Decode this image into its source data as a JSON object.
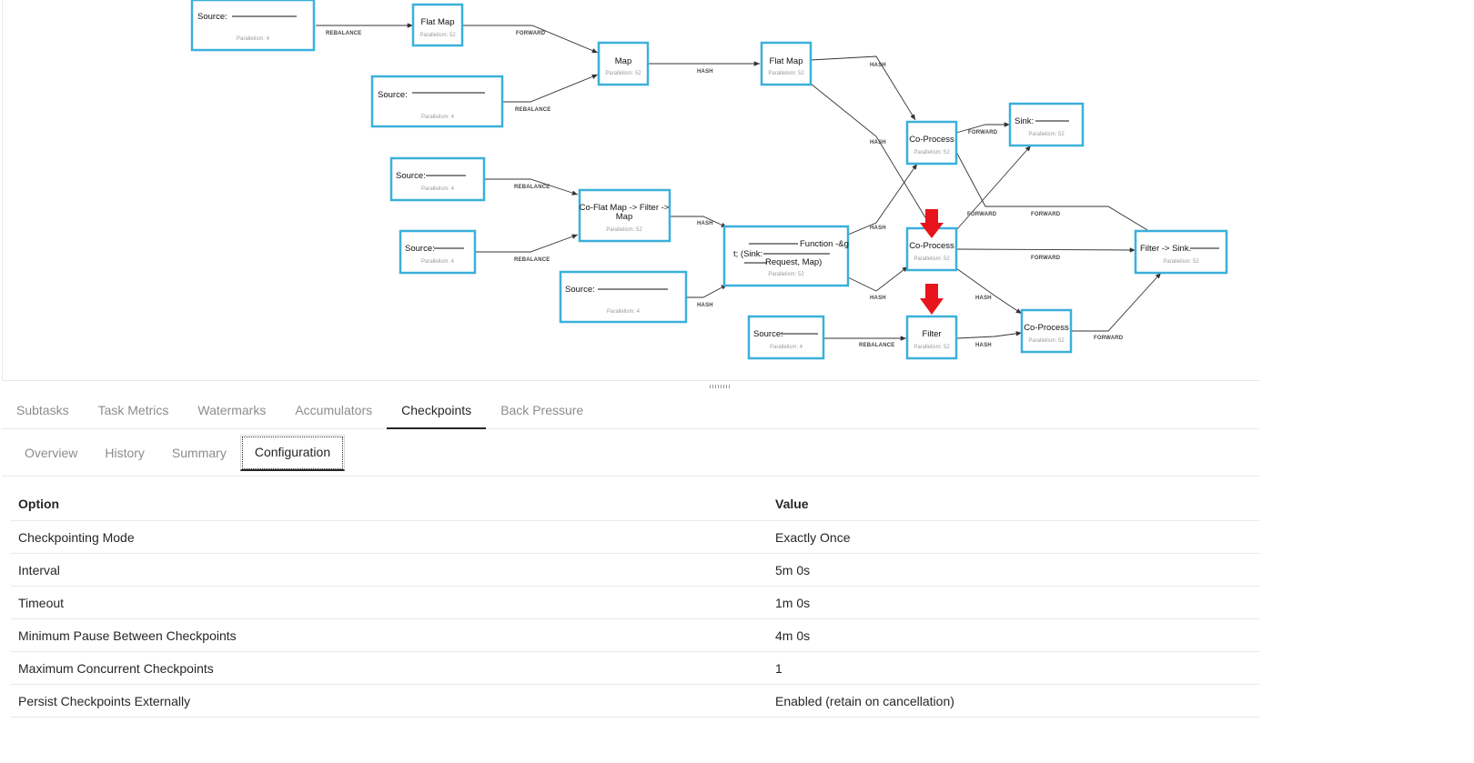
{
  "graph": {
    "edge_labels": {
      "rebalance": "REBALANCE",
      "forward": "FORWARD",
      "hash": "HASH"
    },
    "nodes": {
      "source_1": {
        "title": "Source:",
        "parallelism": "Parallelism: 4"
      },
      "flat_map_1": {
        "title": "Flat Map",
        "parallelism": "Parallelism: 52"
      },
      "source_2": {
        "title": "Source:",
        "parallelism": "Parallelism: 4"
      },
      "map": {
        "title": "Map",
        "parallelism": "Parallelism: 52"
      },
      "flat_map_2": {
        "title": "Flat Map",
        "parallelism": "Parallelism: 52"
      },
      "source_3": {
        "title": "Source:",
        "parallelism": "Parallelism: 4"
      },
      "co_flat_map": {
        "title_line1": "Co-Flat Map -> Filter ->",
        "title_line2": "Map",
        "parallelism": "Parallelism: 52"
      },
      "source_4": {
        "title": "Source:",
        "parallelism": "Parallelism: 4"
      },
      "function_node": {
        "line1": "Function -&g",
        "line2": "t; (Sink:",
        "line3": "Request, Map)",
        "parallelism": "Parallelism: 52"
      },
      "source_5": {
        "title": "Source:",
        "parallelism": "Parallelism: 4"
      },
      "source_6": {
        "title": "Source:",
        "parallelism": "Parallelism: 4"
      },
      "co_process_1": {
        "title": "Co-Process",
        "parallelism": "Parallelism: 52"
      },
      "co_process_2": {
        "title": "Co-Process",
        "parallelism": "Parallelism: 52"
      },
      "filter": {
        "title": "Filter",
        "parallelism": "Parallelism: 52"
      },
      "sink": {
        "title": "Sink:",
        "parallelism": "Parallelism: 52"
      },
      "co_process_3": {
        "title": "Co-Process",
        "parallelism": "Parallelism: 52"
      },
      "filter_sink": {
        "title": "Filter -> Sink.",
        "parallelism": "Parallelism: 52"
      }
    },
    "colors": {
      "node_border": "#3bb0da",
      "highlight_arrow": "#e8141c",
      "edge": "#333333"
    }
  },
  "tabs": [
    {
      "label": "Subtasks",
      "active": false
    },
    {
      "label": "Task Metrics",
      "active": false
    },
    {
      "label": "Watermarks",
      "active": false
    },
    {
      "label": "Accumulators",
      "active": false
    },
    {
      "label": "Checkpoints",
      "active": true
    },
    {
      "label": "Back Pressure",
      "active": false
    }
  ],
  "subtabs": [
    {
      "label": "Overview",
      "active": false
    },
    {
      "label": "History",
      "active": false
    },
    {
      "label": "Summary",
      "active": false
    },
    {
      "label": "Configuration",
      "active": true
    }
  ],
  "config_table": {
    "headers": {
      "option": "Option",
      "value": "Value"
    },
    "rows": [
      {
        "option": "Checkpointing Mode",
        "value": "Exactly Once"
      },
      {
        "option": "Interval",
        "value": "5m 0s"
      },
      {
        "option": "Timeout",
        "value": "1m 0s"
      },
      {
        "option": "Minimum Pause Between Checkpoints",
        "value": "4m 0s"
      },
      {
        "option": "Maximum Concurrent Checkpoints",
        "value": "1"
      },
      {
        "option": "Persist Checkpoints Externally",
        "value": "Enabled (retain on cancellation)"
      }
    ]
  }
}
